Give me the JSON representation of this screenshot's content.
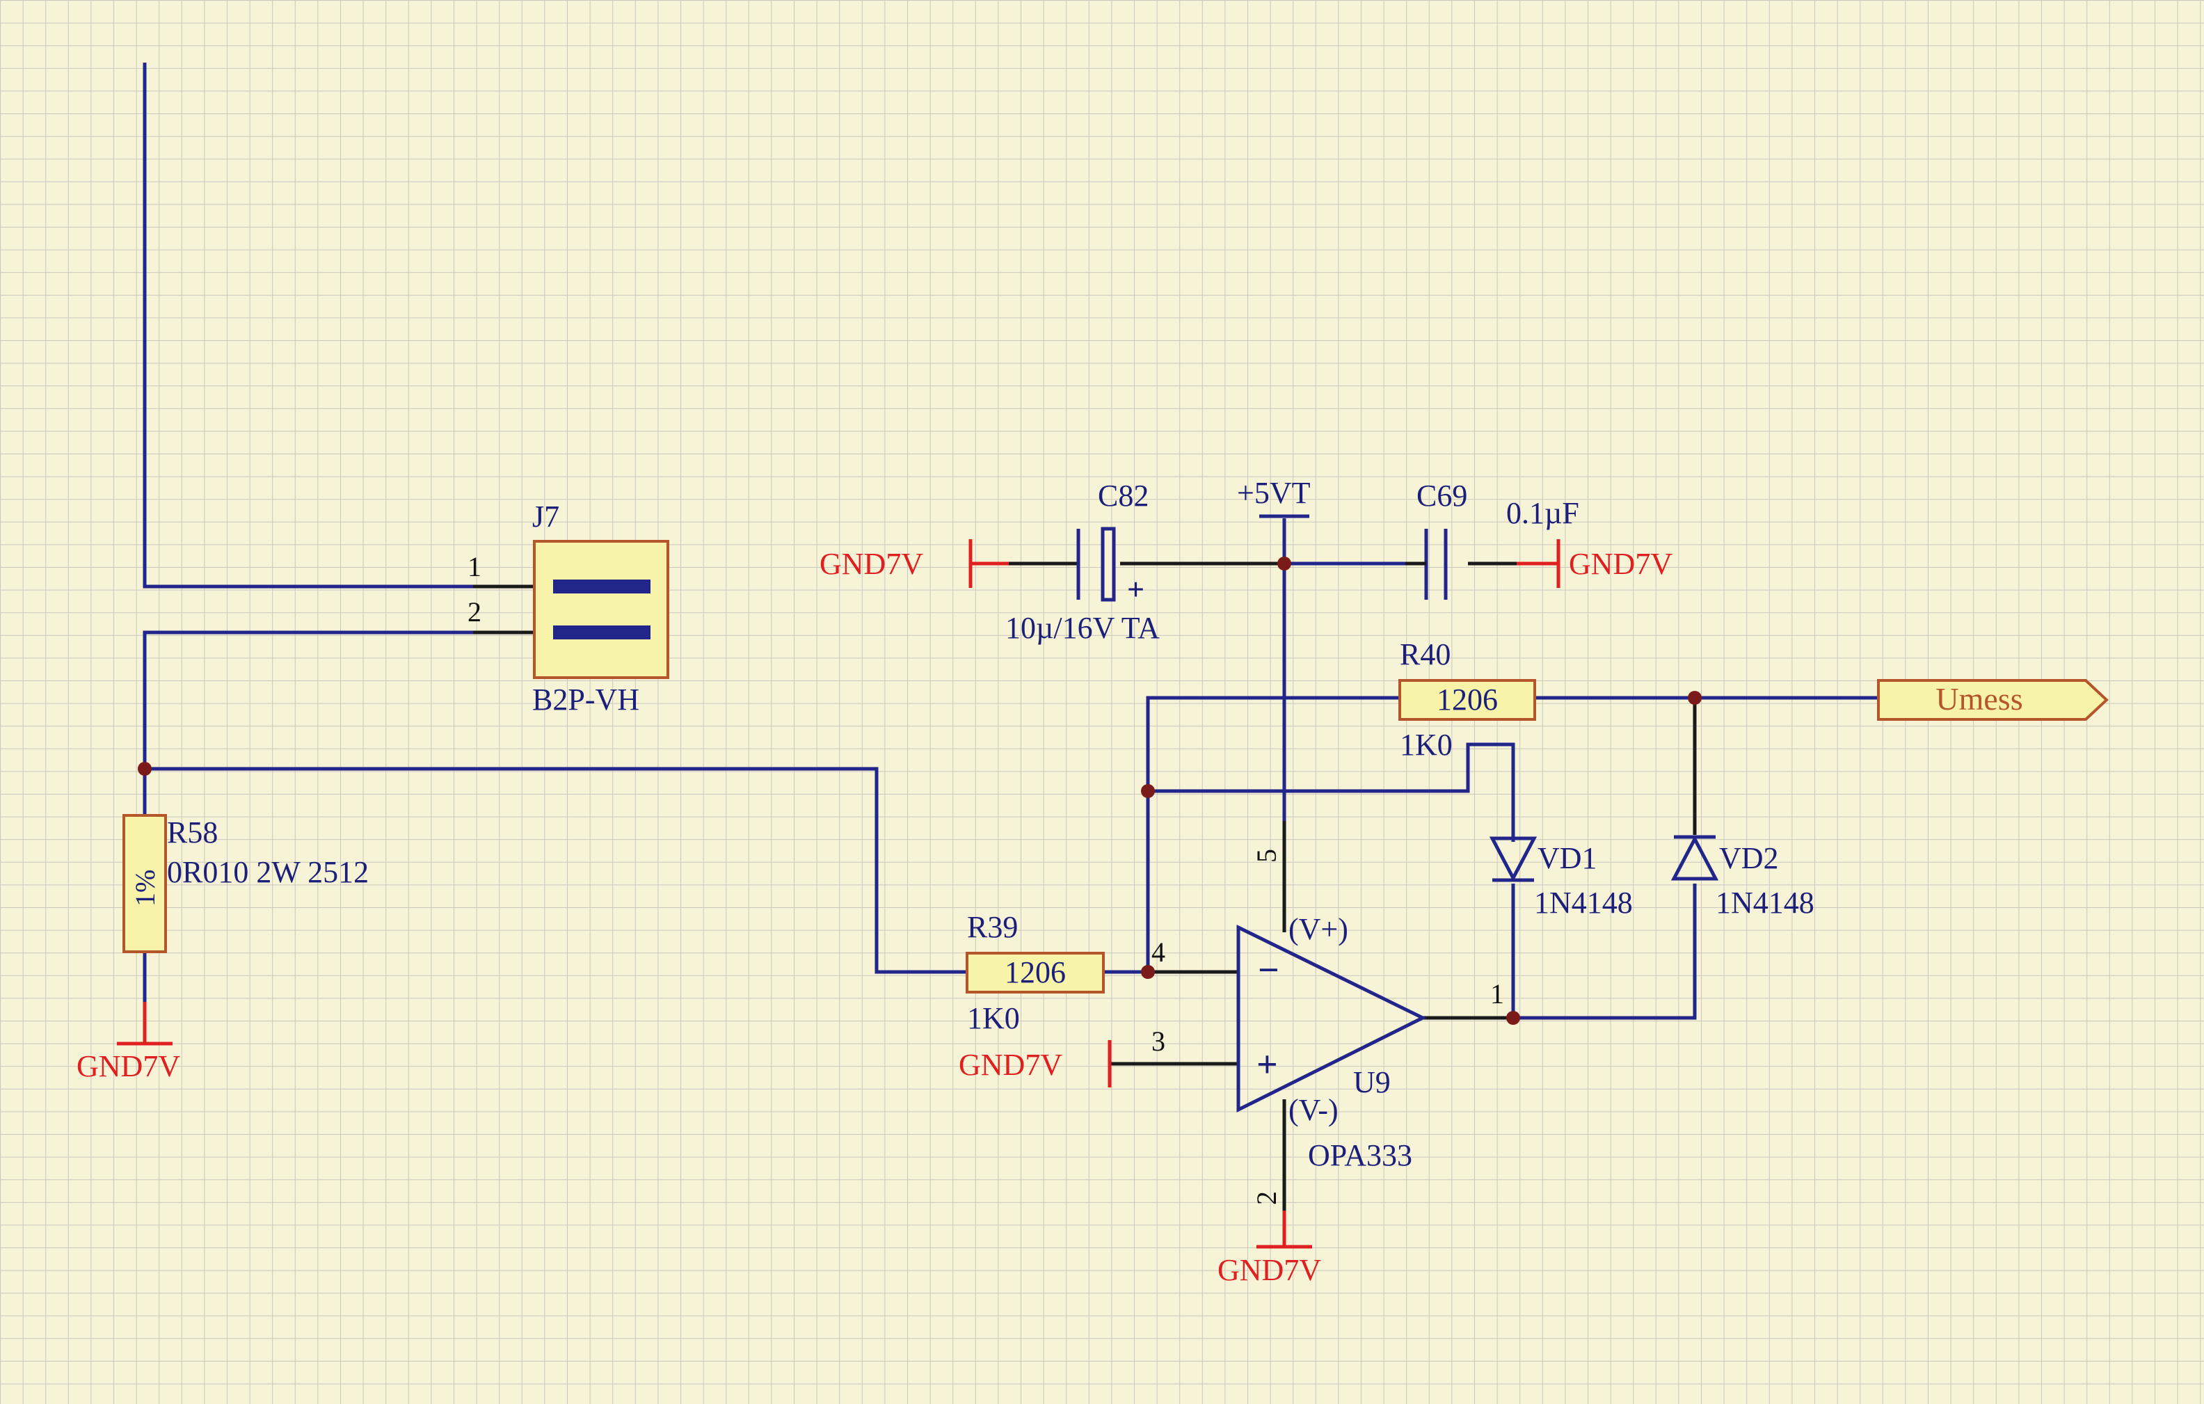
{
  "components": {
    "J7": {
      "ref": "J7",
      "value": "B2P-VH",
      "pin1": "1",
      "pin2": "2"
    },
    "R58": {
      "ref": "R58",
      "value": "0R010 2W 2512",
      "body_text": "1%"
    },
    "C82": {
      "ref": "C82",
      "value": "10µ/16V TA",
      "polarity": "+"
    },
    "C69": {
      "ref": "C69",
      "value": "0.1µF"
    },
    "R39": {
      "ref": "R39",
      "body_text": "1206",
      "value": "1K0"
    },
    "R40": {
      "ref": "R40",
      "body_text": "1206",
      "value": "1K0"
    },
    "VD1": {
      "ref": "VD1",
      "value": "1N4148"
    },
    "VD2": {
      "ref": "VD2",
      "value": "1N4148"
    },
    "U9": {
      "ref": "U9",
      "value": "OPA333",
      "vplus": "(V+)",
      "vminus": "(V-)",
      "minus_sign": "−",
      "plus_sign": "+",
      "pin_in_minus": "4",
      "pin_in_plus": "3",
      "pin_out": "1",
      "pin_vplus": "5",
      "pin_vminus": "2"
    }
  },
  "nets": {
    "gnd": "GND7V",
    "supply": "+5VT",
    "output_port": "Umess"
  },
  "colors": {
    "background": "#f6f3d6",
    "grid": "#c9c7bc",
    "wire": "#22268a",
    "power": "#e02020",
    "component_fill": "#f7f3a8",
    "component_border": "#b5562a",
    "junction": "#7a1a1a"
  }
}
